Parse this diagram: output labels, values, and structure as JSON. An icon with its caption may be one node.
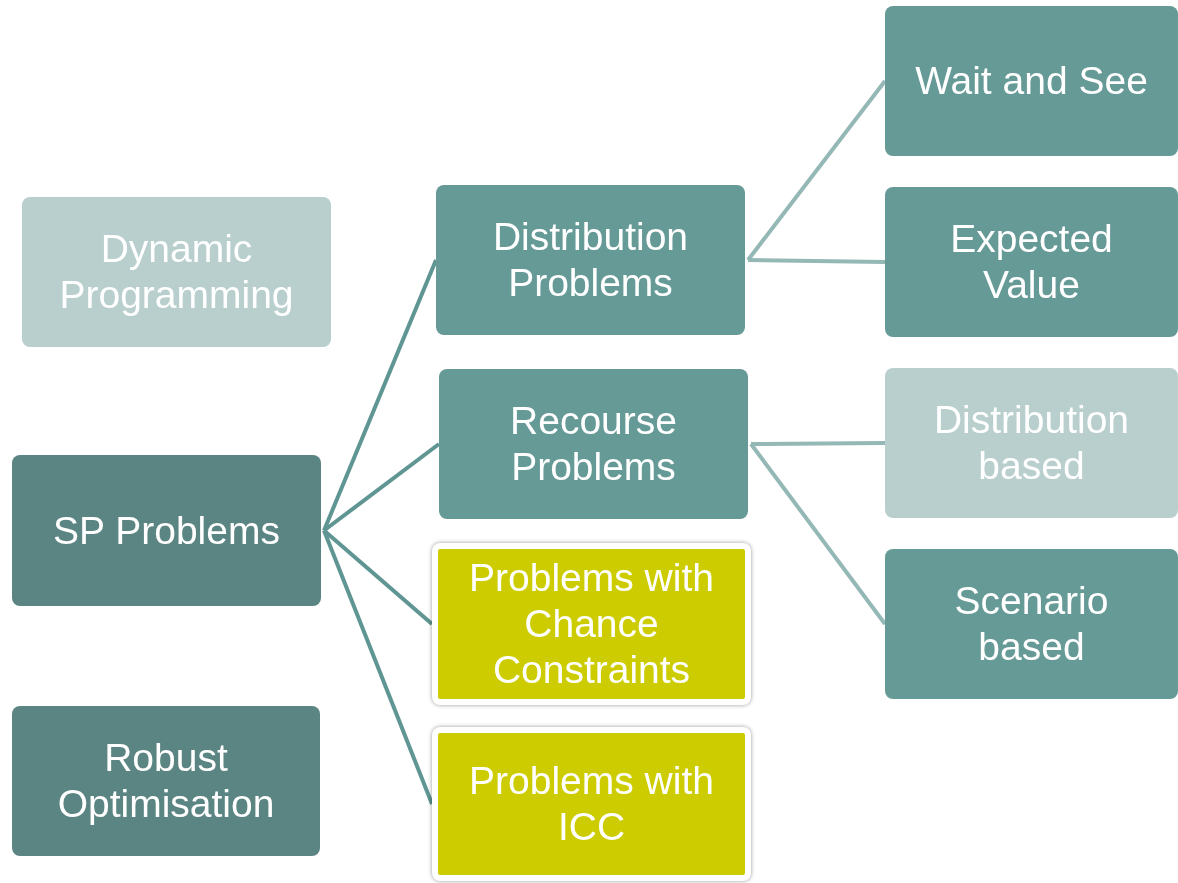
{
  "diagram": {
    "nodes": [
      {
        "text": [
          "Dynamic Programming"
        ]
      },
      {
        "text": [
          "SP Problems"
        ]
      },
      {
        "text": [
          "Robust Optimisation"
        ]
      },
      {
        "text": [
          "Distribution Problems"
        ]
      },
      {
        "text": [
          "Recourse Problems"
        ]
      },
      {
        "text": [
          "Problems with Chance Constraints"
        ]
      },
      {
        "text": [
          "Problems with ICC"
        ]
      },
      {
        "text": [
          "Wait and See"
        ]
      },
      {
        "text": [
          "Expected Value"
        ]
      },
      {
        "text": [
          "Distribution based"
        ]
      },
      {
        "text": [
          "Scenario based"
        ]
      }
    ],
    "edges": [
      {
        "from": 1,
        "to": 3,
        "arrow": "none"
      },
      {
        "from": 1,
        "to": 4,
        "arrow": "none"
      },
      {
        "from": 1,
        "to": 5,
        "arrow": "none"
      },
      {
        "from": 1,
        "to": 6,
        "arrow": "none"
      },
      {
        "from": 3,
        "to": 7,
        "arrow": "none",
        "color": "#94b8b5"
      },
      {
        "from": 3,
        "to": 8,
        "arrow": "none",
        "color": "#94b8b5"
      },
      {
        "from": 4,
        "to": 9,
        "arrow": "none",
        "color": "#94b8b5"
      },
      {
        "from": 4,
        "to": 10,
        "arrow": "none",
        "color": "#94b8b5"
      }
    ]
  }
}
